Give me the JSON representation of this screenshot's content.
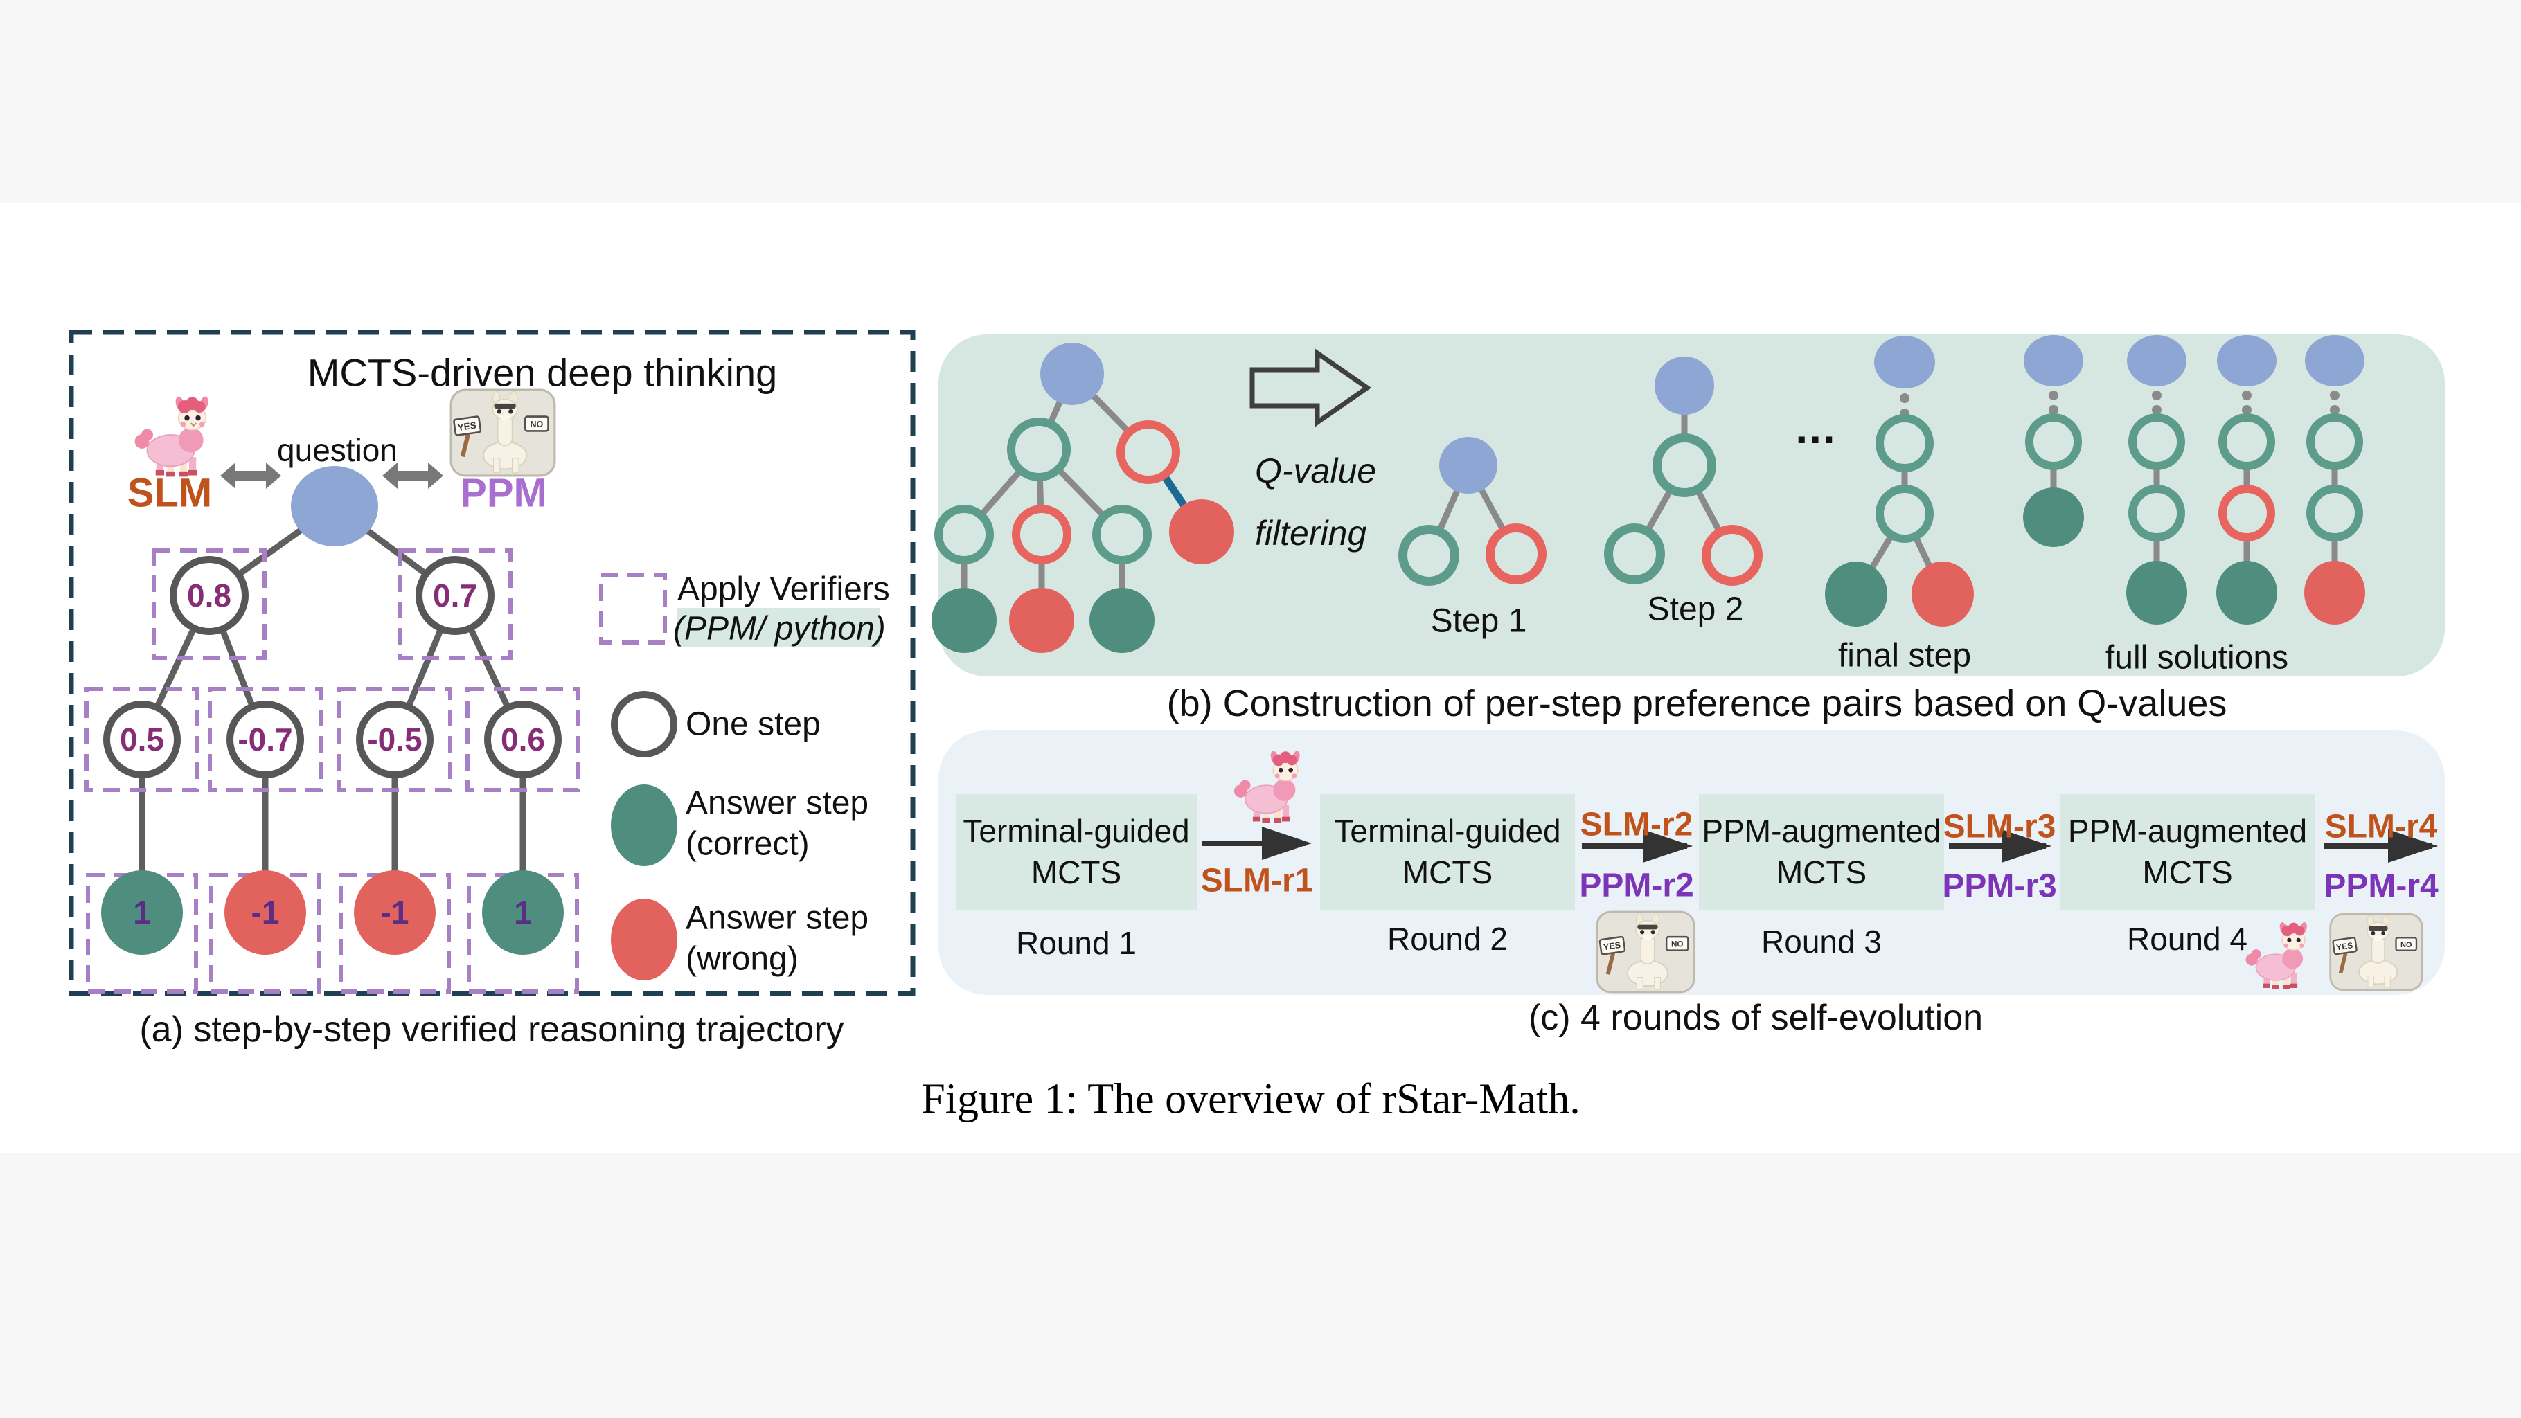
{
  "figure_caption": "Figure 1: The overview of rStar-Math.",
  "panel_a": {
    "title": "MCTS-driven deep thinking",
    "slm_label": "SLM",
    "ppm_label": "PPM",
    "question_label": "question",
    "caption": "(a) step-by-step verified reasoning trajectory",
    "row2": [
      "0.8",
      "0.7"
    ],
    "row3": [
      "0.5",
      "-0.7",
      "-0.5",
      "0.6"
    ],
    "row4": [
      "1",
      "-1",
      "-1",
      "1"
    ],
    "legend": {
      "apply_line1": "Apply Verifiers",
      "apply_line2": "(PPM/ python)",
      "one_step": "One step",
      "correct_line1": "Answer step",
      "correct_line2": "(correct)",
      "wrong_line1": "Answer step",
      "wrong_line2": "(wrong)"
    }
  },
  "panel_b": {
    "caption": "(b) Construction of per-step preference pairs based on Q-values",
    "qvalue_line1": "Q-value",
    "qvalue_line2": "filtering",
    "step1_label": "Step 1",
    "step2_label": "Step 2",
    "ellipsis": "...",
    "final_step_label": "final step",
    "full_solutions_label": "full solutions"
  },
  "panel_c": {
    "caption": "(c) 4 rounds of self-evolution",
    "boxes": [
      {
        "line1": "Terminal-guided",
        "line2": "MCTS"
      },
      {
        "line1": "Terminal-guided",
        "line2": "MCTS"
      },
      {
        "line1": "PPM-augmented",
        "line2": "MCTS"
      },
      {
        "line1": "PPM-augmented",
        "line2": "MCTS"
      }
    ],
    "rounds": [
      "Round 1",
      "Round 2",
      "Round 3",
      "Round 4"
    ],
    "slm_r1": "SLM-r1",
    "slm_r2": "SLM-r2",
    "slm_r3": "SLM-r3",
    "slm_r4": "SLM-r4",
    "ppm_r2": "PPM-r2",
    "ppm_r3": "PPM-r3",
    "ppm_r4": "PPM-r4"
  },
  "ppm_icon": {
    "yes": "YES",
    "no": "NO"
  },
  "colors": {
    "panel_b_bg": "#d6e7e2",
    "panel_c_bg": "#eaf2f8",
    "teal_box": "#d8e8e3",
    "blue_node": "#8ea6d4",
    "green_open_stroke": "#5d9b8b",
    "green_fill": "#4f8d7e",
    "red_node": "#e2635e",
    "slm_orange": "#c0531c",
    "ppm_purple": "#7d35b8",
    "value_purple": "#862d76",
    "dashed_purple": "#a77fc4",
    "panel_a_border": "#1f4052",
    "qlink_blue": "#1c6a93",
    "band_gray": "#f7f7f8"
  }
}
